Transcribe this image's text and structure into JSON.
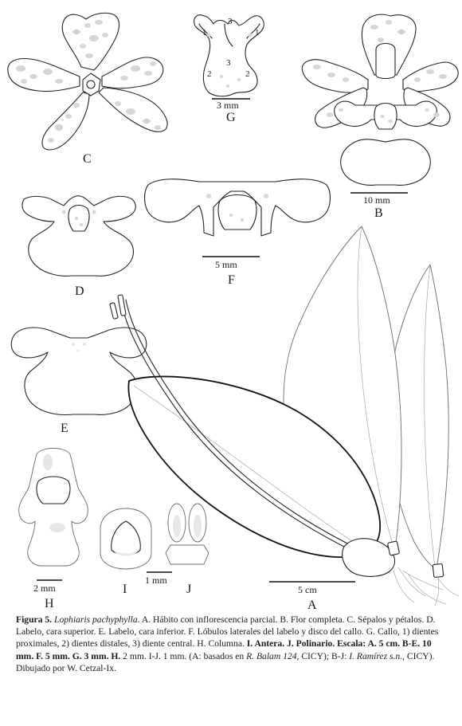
{
  "panels": {
    "A": "A",
    "B": "B",
    "C": "C",
    "D": "D",
    "E": "E",
    "F": "F",
    "G": "G",
    "H": "H",
    "I": "I",
    "J": "J"
  },
  "scales": {
    "B": "10 mm",
    "F": "5 mm",
    "G": "3 mm",
    "H": "2 mm",
    "IJ": "1 mm",
    "A": "5 cm"
  },
  "callus_numbers": [
    "1",
    "2",
    "3"
  ],
  "caption": {
    "figure_label": "Figura 5.",
    "species": "Lophiaris pachyphylla",
    "text1": ". A. Hábito con inflorescencia parcial. B. Flor completa. C. Sépalos y pétalos. D. Labelo, cara superior. E. Labelo, cara inferior. F. Lóbulos laterales del labelo y disco del callo. G. Callo, 1) dientes proximales, 2) dientes distales, 3) diente central. H. Columna. ",
    "bold1": "I. Antera. J. Polinario. Escala: A. 5 cm. B-E. 10 mm. F. 5 mm. G. 3 mm. H.",
    "text2": " 2 mm. I-J. 1 mm. (A: basados en ",
    "collector1": "R. Balam 124",
    "text3": ", CICY); B-J: ",
    "collector2": "I. Ramírez s.n.",
    "text4": ", CICY). Dibujado por W. Cetzal-Ix."
  }
}
